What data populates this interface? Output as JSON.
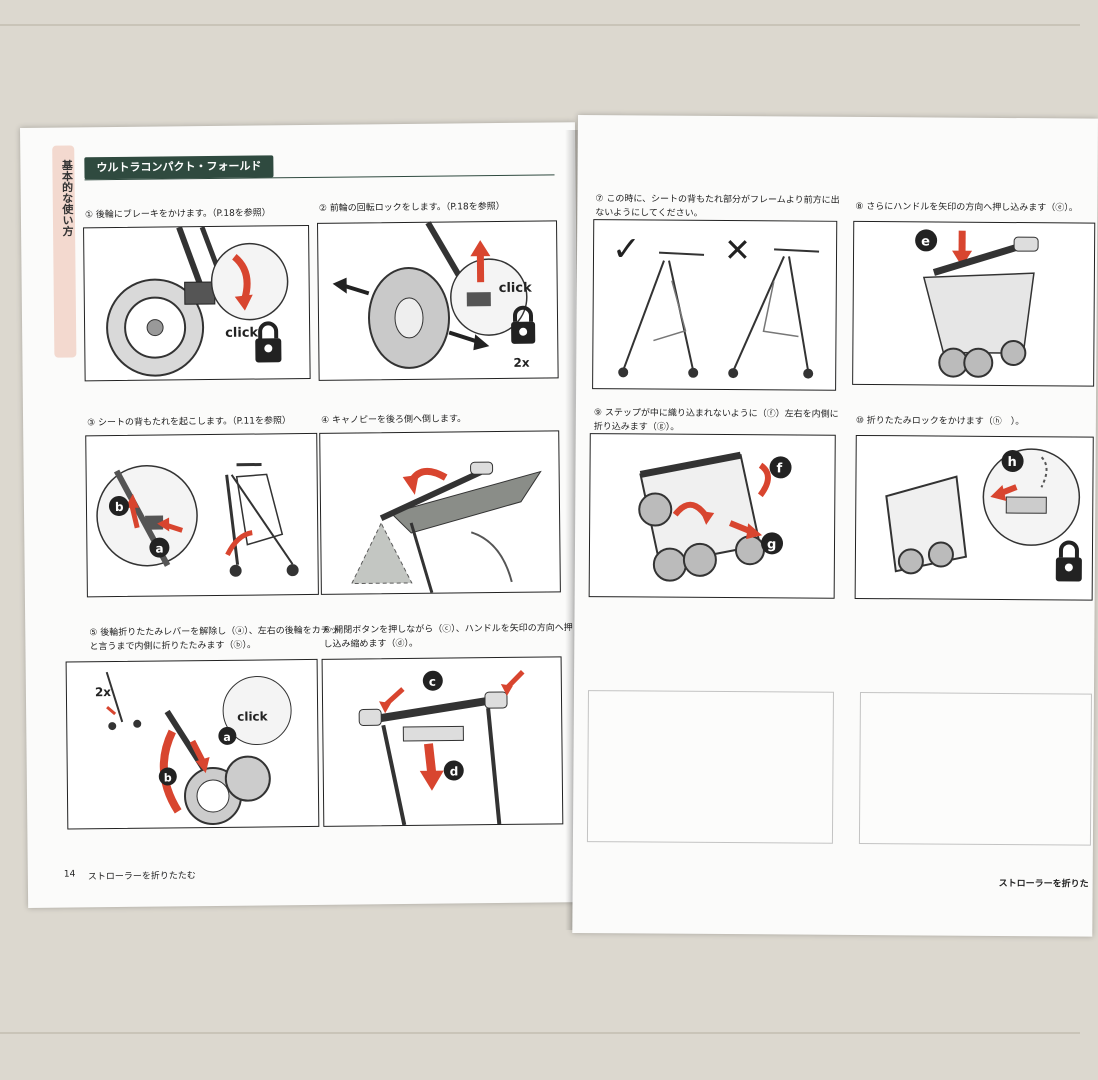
{
  "side_tab": "基本的な使い方",
  "section_title": "ウルトラコンパクト・フォールド",
  "steps": {
    "s1": "① 後輪にブレーキをかけます。（P.18を参照）",
    "s2": "② 前輪の回転ロックをします。（P.18を参照）",
    "s3": "③ シートの背もたれを起こします。（P.11を参照）",
    "s4": "④ キャノピーを後ろ側へ倒します。",
    "s5a": "⑤ 後輪折りたたみレバーを解除し（ⓐ）、左右の後輪をカチッ",
    "s5b": "と言うまで内側に折りたたみます（ⓑ）。",
    "s6a": "⑥ 開閉ボタンを押しながら（ⓒ）、ハンドルを矢印の方向へ押",
    "s6b": "し込み縮めます（ⓓ）。",
    "s7a": "⑦ この時に、シートの背もたれ部分がフレームより前方に出",
    "s7b": "ないようにしてください。",
    "s8": "⑧ さらにハンドルを矢印の方向へ押し込みます（ⓔ）。",
    "s9a": "⑨ ステップが中に織り込まれないように（ⓕ）左右を内側に",
    "s9b": "折り込みます（ⓖ）。",
    "s10": "⑩ 折りたたみロックをかけます（ⓗ　）。"
  },
  "labels": {
    "click": "click",
    "twox": "2x",
    "a": "a",
    "b": "b",
    "c": "c",
    "d": "d",
    "e": "e",
    "f": "f",
    "g": "g",
    "h": "h",
    "check": "✓",
    "cross": "✕"
  },
  "footer": {
    "page_number": "14",
    "left_text": "ストローラーを折りたたむ",
    "right_text": "ストローラーを折りた"
  },
  "colors": {
    "accent_red": "#d8452f",
    "title_green": "#2f4a3f",
    "tab_pink": "#f3d9cf",
    "wheel_gray": "#b8b8b8",
    "canopy_gray": "#8a8d88"
  }
}
